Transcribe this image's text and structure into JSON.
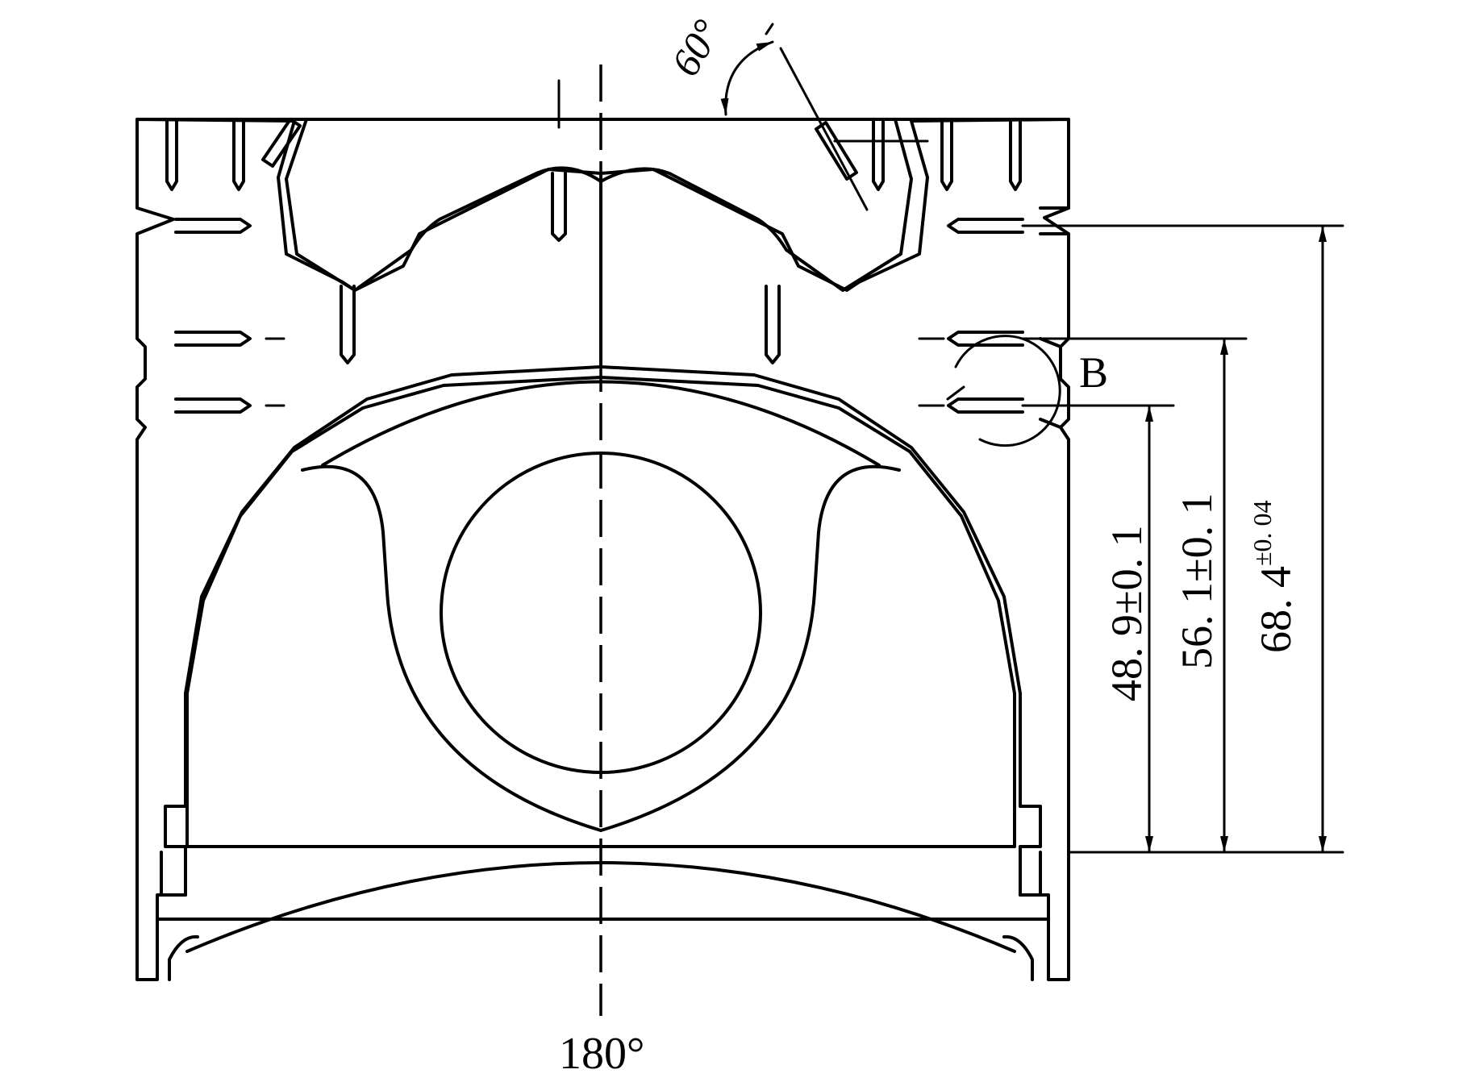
{
  "drawing": {
    "angle_top": "60°",
    "angle_bottom": "180°",
    "detail_label": "B",
    "dimensions": [
      {
        "value": "48. 9",
        "tolerance": "±0. 1"
      },
      {
        "value": "56. 1",
        "tolerance": "±0. 1"
      },
      {
        "value": "68. 4",
        "tolerance": "±0. 04"
      }
    ]
  }
}
